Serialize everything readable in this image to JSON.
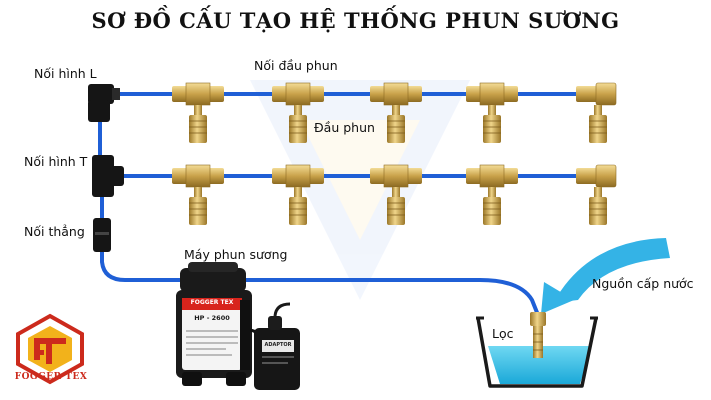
{
  "title": "SƠ ĐỒ CẤU TẠO HỆ THỐNG PHUN SƯƠNG",
  "labels": {
    "l_fitting": "Nối hình L",
    "t_fitting": "Nối hình T",
    "straight_fitting": "Nối thẳng",
    "nozzle_connector": "Nối đầu phun",
    "nozzle": "Đầu phun",
    "pump": "Máy phun sương",
    "water_source": "Nguồn cấp nước",
    "filter": "Lọc"
  },
  "pump": {
    "brand": "FOGGER TEX",
    "model": "HP - 2600",
    "adapter": "ADAPTOR"
  },
  "logo": {
    "brand": "FOGGER TEX"
  },
  "colors": {
    "pipe": "#1f5fd6",
    "brass": "#c9a24a",
    "arrow": "#34b3e6",
    "water": "#2fc3e8",
    "pump_body": "#1a1a1a",
    "logo_red": "#cc2a1c",
    "logo_gold": "#f2b21b"
  }
}
